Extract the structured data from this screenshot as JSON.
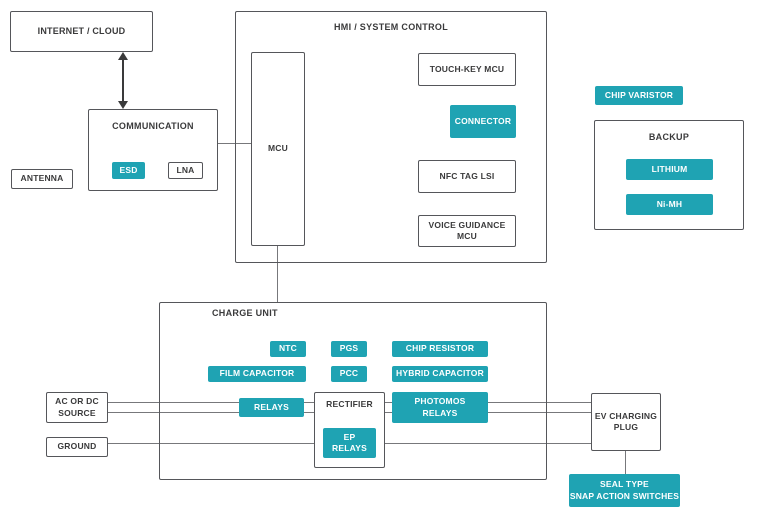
{
  "colors": {
    "accent": "#1FA3B3",
    "box_border": "#55565A",
    "connector_line": "#77787B",
    "text": "#3A3A3B"
  },
  "nodes": {
    "internet_cloud": "INTERNET / CLOUD",
    "antenna": "ANTENNA",
    "communication": {
      "title": "COMMUNICATION",
      "esd": "ESD",
      "lna": "LNA"
    },
    "hmi": {
      "title": "HMI / SYSTEM CONTROL",
      "mcu": "MCU",
      "touch_key_mcu": "TOUCH-KEY MCU",
      "connector": "CONNECTOR",
      "nfc_tag_lsi": "NFC TAG LSI",
      "voice_guidance_mcu": "VOICE GUIDANCE\nMCU"
    },
    "chip_varistor": "CHIP VARISTOR",
    "backup": {
      "title": "BACKUP",
      "lithium": "LITHIUM",
      "ni_mh": "Ni-MH"
    },
    "charge_unit": {
      "title": "CHARGE UNIT",
      "ntc": "NTC",
      "pgs": "PGS",
      "chip_resistor": "CHIP RESISTOR",
      "film_capacitor": "FILM CAPACITOR",
      "pcc": "PCC",
      "hybrid_capacitor": "HYBRID CAPACITOR",
      "relays": "RELAYS",
      "rectifier": "RECTIFIER",
      "ep_relays": "EP\nRELAYS",
      "photomos_relays": "PHOTOMOS\nRELAYS"
    },
    "ac_dc_source": "AC OR DC\nSOURCE",
    "ground": "GROUND",
    "ev_charging_plug": "EV CHARGING\nPLUG",
    "seal_type_snap_action_switches": "SEAL TYPE\nSNAP ACTION SWITCHES"
  }
}
